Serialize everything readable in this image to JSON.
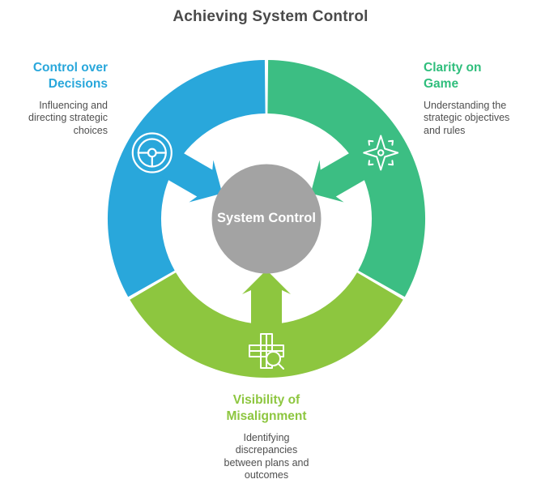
{
  "title": "Achieving System Control",
  "center": {
    "label": "System Control",
    "color": "#A3A3A3"
  },
  "segments": [
    {
      "id": "control-over-decisions",
      "heading": "Control over\nDecisions",
      "description": "Influencing and\ndirecting strategic\nchoices",
      "color": "#29A7DB",
      "icon": "steering-wheel-icon",
      "position": "top-left"
    },
    {
      "id": "clarity-on-game",
      "heading": "Clarity on\nGame",
      "description": "Understanding the\nstrategic objectives\nand rules",
      "color": "#3CBE83",
      "icon": "compass-star-icon",
      "position": "top-right"
    },
    {
      "id": "visibility-of-misalignment",
      "heading": "Visibility of\nMisalignment",
      "description": "Identifying\ndiscrepancies\nbetween plans and\noutcomes",
      "color": "#8DC63F",
      "icon": "puzzle-search-icon",
      "position": "bottom"
    }
  ],
  "theme": {
    "background": "#FFFFFF",
    "title_color": "#4A4A4A",
    "body_text_color": "#4F4F4F"
  }
}
